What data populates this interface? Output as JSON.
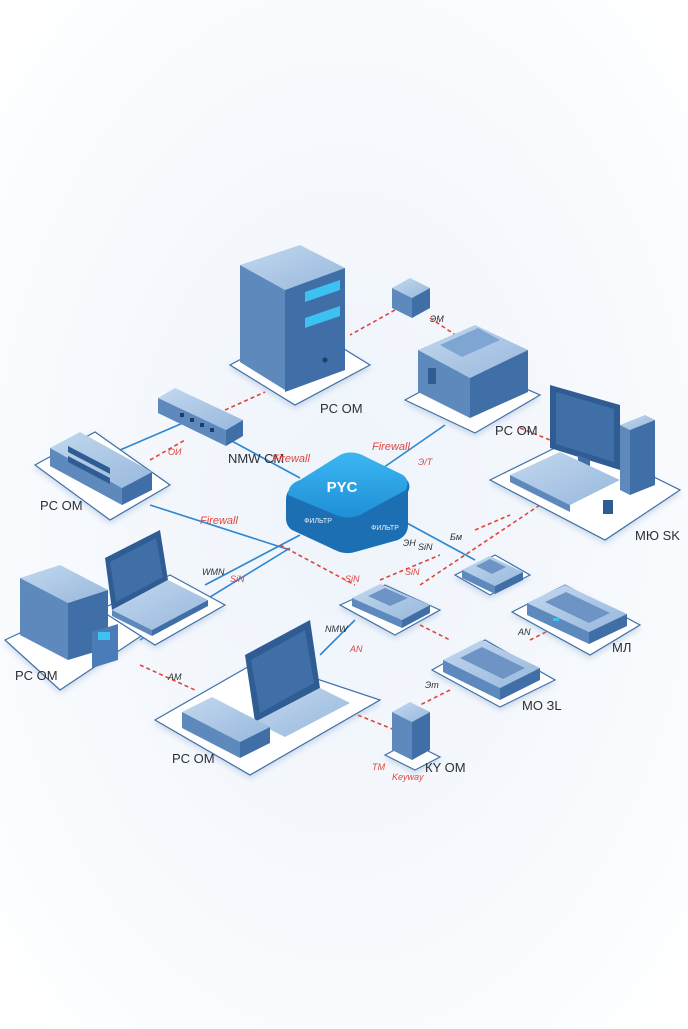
{
  "colors": {
    "accent": "#2ea3e6",
    "device_top": "#a9c6e6",
    "device_left": "#5d89bd",
    "device_right": "#3f6fa6",
    "link_blue": "#2f86d0",
    "link_red": "#e0453c"
  },
  "hub": {
    "title": "PYC",
    "caption_left": "ФИЛЬТР",
    "caption_right": "ФИЛЬТР"
  },
  "labels": {
    "server_tower": "PC ОМ",
    "printer": "PC ОМ",
    "desktop_right": "МЮ SK",
    "rack_left": "PC ОМ",
    "network_center": "NMW СМ",
    "tower_left": "PC ОМ",
    "laptop_bottom": "PC ОМ",
    "keyboard_device": "МО ЗL",
    "switch_right": "МЛ",
    "mini_tower": "КY ОМ"
  },
  "red_labels": {
    "firewall_top": "Firewall",
    "firewall_mid": "Firewall",
    "firewall_small": "Firewall",
    "s1": "ОИ",
    "s2": "Э/Т",
    "s3": "SiN",
    "s4": "SiN",
    "s5": "SiN",
    "keyway": "Keyway",
    "tm": "ТМ",
    "an": "AN"
  },
  "black_small": {
    "b1": "WMN",
    "b2": "NMW",
    "b3": "Бм",
    "b4": "SiN",
    "b5": "ЭМ",
    "b6": "АМ",
    "b7": "Эm",
    "b8": "AN",
    "b9": "ЭН"
  },
  "icons": [
    "server-tower-icon",
    "small-box-icon",
    "printer-icon",
    "desktop-monitor-icon",
    "network-switch-icon",
    "rack-server-icon",
    "hub-router-icon",
    "laptop-icon",
    "tower-pc-icon",
    "keyboard-icon",
    "mini-tower-icon"
  ]
}
